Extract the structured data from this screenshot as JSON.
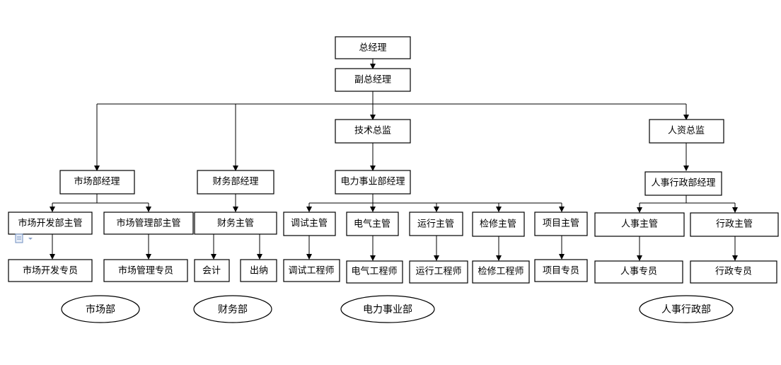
{
  "nodes": {
    "gm": "总经理",
    "deputy_gm": "副总经理",
    "tech_director": "技术总监",
    "hr_director": "人资总监",
    "market_mgr": "市场部经理",
    "finance_mgr": "财务部经理",
    "power_mgr": "电力事业部经理",
    "hr_admin_mgr": "人事行政部经理",
    "market_dev_sup": "市场开发部主管",
    "market_mgmt_sup": "市场管理部主管",
    "finance_sup": "财务主管",
    "debug_sup": "调试主管",
    "electric_sup": "电气主管",
    "ops_sup": "运行主管",
    "maint_sup": "检修主管",
    "project_sup": "项目主管",
    "hr_sup": "人事主管",
    "admin_sup": "行政主管",
    "market_dev_spec": "市场开发专员",
    "market_mgmt_spec": "市场管理专员",
    "accountant": "会计",
    "cashier": "出纳",
    "debug_eng": "调试工程师",
    "electric_eng": "电气工程师",
    "ops_eng": "运行工程师",
    "maint_eng": "检修工程师",
    "project_spec": "项目专员",
    "hr_spec": "人事专员",
    "admin_spec": "行政专员"
  },
  "departments": {
    "market": "市场部",
    "finance": "财务部",
    "power": "电力事业部",
    "hr_admin": "人事行政部"
  }
}
